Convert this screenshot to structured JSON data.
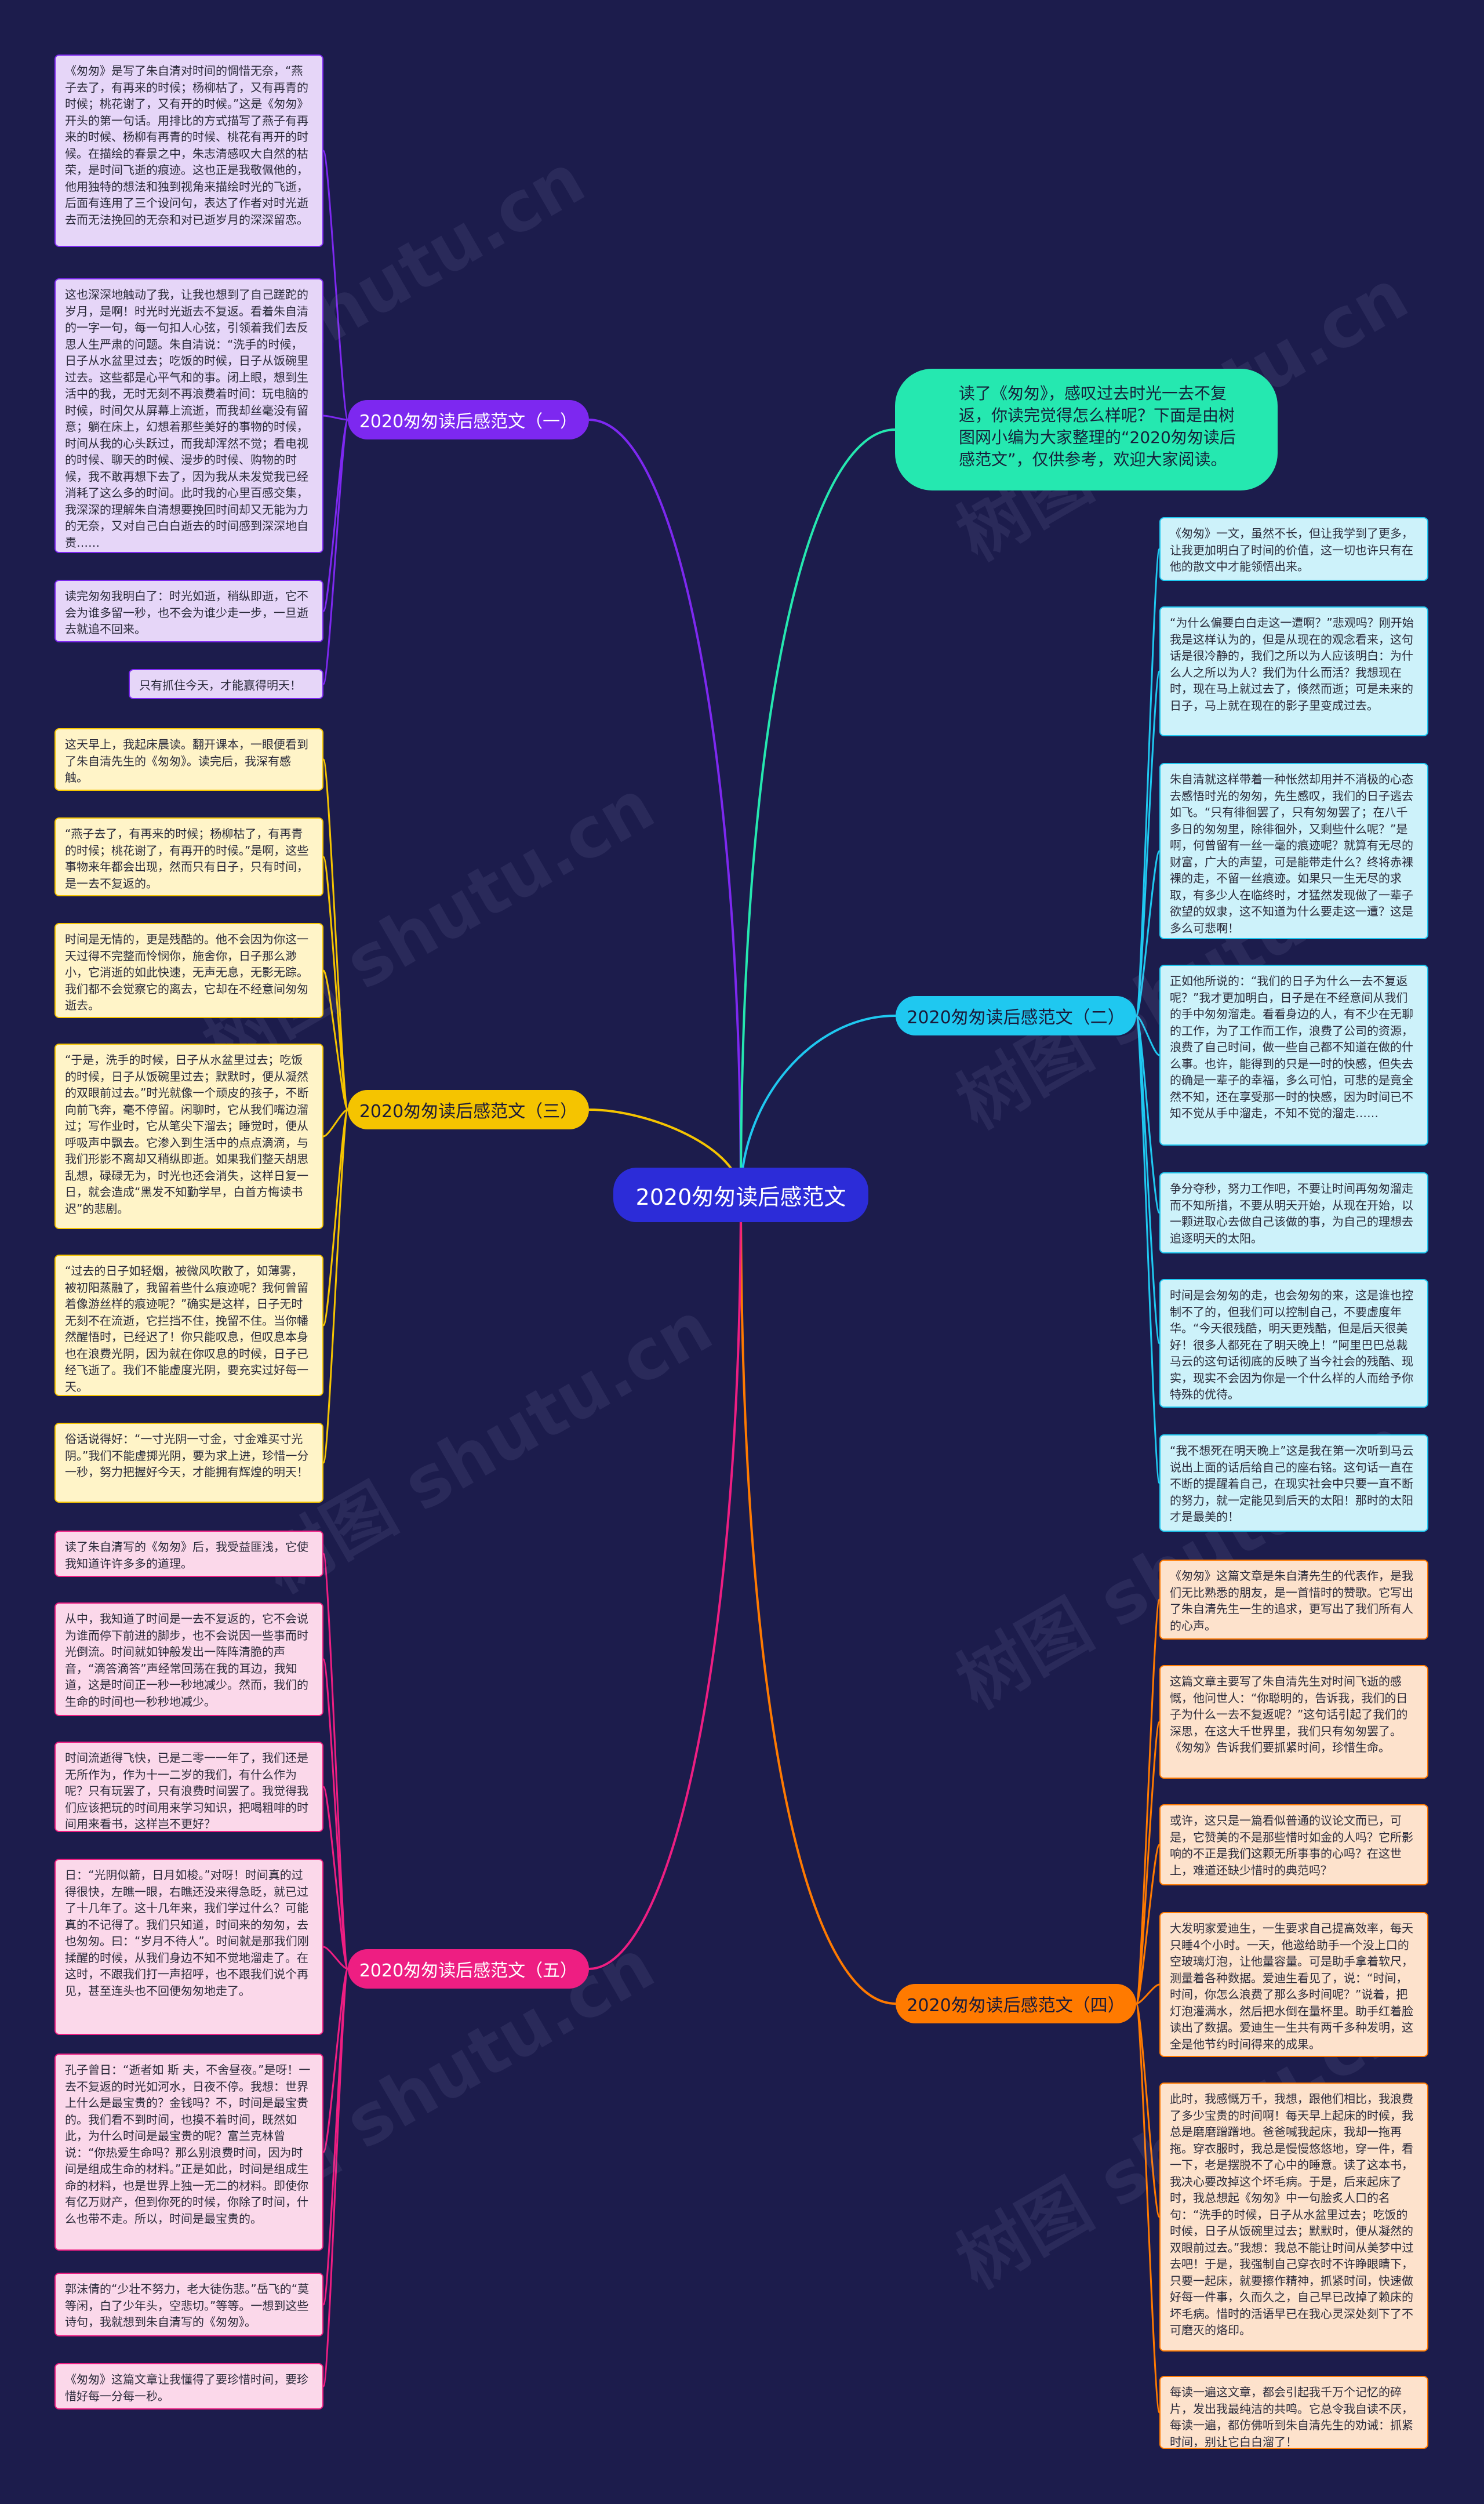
{
  "center": "2020匆匆读后感范文",
  "intro": "读了《匆匆》，感叹过去时光一去不复返，你读完觉得怎么样呢？下面是由树图网小编为大家整理的“2020匆匆读后感范文”，仅供参考，欢迎大家阅读。",
  "watermark": "树图 shutu.cn",
  "colors": {
    "background": "#1c1c4c",
    "center": "#2c2cd8",
    "intro": "#25e8b0",
    "branch1": "#7d28f0",
    "branch2": "#1fc8f0",
    "branch3": "#f5c400",
    "branch4": "#ff7a00",
    "branch5": "#ee1e82"
  },
  "branches": [
    {
      "label": "2020匆匆读后感范文（一）",
      "items": [
        "《匆匆》是写了朱自清对时间的惆惜无奈，“燕子去了，有再来的时候；杨柳枯了，又有再青的时候；桃花谢了，又有开的时候。”这是《匆匆》开头的第一句话。用排比的方式描写了燕子有再来的时候、杨柳有再青的时候、桃花有再开的时候。在描绘的春景之中，朱志清感叹大自然的枯荣，是时间飞逝的痕迹。这也正是我敬佩他的，他用独特的想法和独到视角来描绘时光的飞逝，后面有连用了三个设问句，表达了作者对时光逝去而无法挽回的无奈和对已逝岁月的深深留恋。",
        "这也深深地触动了我，让我也想到了自己蹉跎的岁月，是啊！时光时光逝去不复返。看着朱自清的一字一句，每一句扣人心弦，引领着我们去反思人生严肃的问题。朱自清说：“洗手的时候，日子从水盆里过去；吃饭的时候，日子从饭碗里过去。这些都是心平气和的事。闭上眼，想到生活中的我，无时无刻不再浪费着时间：玩电脑的时候，时间欠从屏幕上流逝，而我却丝毫没有留意；躺在床上，幻想着那些美好的事物的时候，时间从我的心头跃过，而我却浑然不觉；看电视的时候、聊天的时候、漫步的时候、购物的时候，我不敢再想下去了，因为我从未发觉我已经消耗了这么多的时间。此时我的心里百感交集，我深深的理解朱自清想要挽回时间却又无能为力的无奈，又对自己白白逝去的时间感到深深地自责……",
        "读完匆匆我明白了：时光如逝，稍纵即逝，它不会为谁多留一秒，也不会为谁少走一步，一旦逝去就追不回来。",
        "只有抓住今天，才能赢得明天！"
      ]
    },
    {
      "label": "2020匆匆读后感范文（二）",
      "items": [
        "《匆匆》一文，虽然不长，但让我学到了更多，让我更加明白了时间的价值，这一切也许只有在他的散文中才能领悟出来。",
        "“为什么偏要白白走这一遭啊？”悲观吗？刚开始我是这样认为的，但是从现在的观念看来，这句话是很冷静的，我们之所以为人应该明白：为什么人之所以为人？我们为什么而活？我想现在时，现在马上就过去了，倏然而逝；可是未来的日子，马上就在现在的影子里变成过去。",
        "朱自清就这样带着一种怅然却用并不消极的心态去感悟时光的匆匆，先生感叹，我们的日子逃去如飞。“只有徘徊罢了，只有匆匆罢了；在八千多日的匆匆里，除徘徊外，又剩些什么呢？”是啊，何曾留有一丝一毫的痕迹呢？就算有无尽的财富，广大的声望，可是能带走什么？终将赤裸裸的走，不留一丝痕迹。如果只一生无尽的求取，有多少人在临终时，才猛然发现做了一辈子欲望的奴隶，这不知道为什么要走这一遭？这是多么可悲啊！",
        "正如他所说的：“我们的日子为什么一去不复返呢？”我才更加明白，日子是在不经意间从我们的手中匆匆溜走。看看身边的人，有不少在无聊的工作，为了工作而工作，浪费了公司的资源，浪费了自己时间，做一些自己都不知道在做的什么事。也许，能得到的只是一时的快感，但失去的确是一辈子的幸福，多么可怕，可悲的是竟全然不知，还在享受那一时的快感，因为时间已不知不觉从手中溜走，不知不觉的溜走……",
        "争分夺秒，努力工作吧，不要让时间再匆匆溜走而不知所措，不要从明天开始，从现在开始，以一颗进取心去做自己该做的事，为自己的理想去追逐明天的太阳。",
        "时间是会匆匆的走，也会匆匆的来，这是谁也控制不了的，但我们可以控制自己，不要虚度年华。“今天很残酷，明天更残酷，但是后天很美好！很多人都死在了明天晚上！”阿里巴巴总裁马云的这句话彻底的反映了当今社会的残酷、现实，现实不会因为你是一个什么样的人而给予你特殊的优待。",
        "“我不想死在明天晚上”这是我在第一次听到马云说出上面的话后给自己的座右铭。这句话一直在不断的提醒着自己，在现实社会中只要一直不断的努力，就一定能见到后天的太阳！那时的太阳才是最美的！"
      ]
    },
    {
      "label": "2020匆匆读后感范文（三）",
      "items": [
        "这天早上，我起床晨读。翻开课本，一眼便看到了朱自清先生的《匆匆》。读完后，我深有感触。",
        "“燕子去了，有再来的时候；杨柳枯了，有再青的时候；桃花谢了，有再开的时候。”是啊，这些事物来年都会出现，然而只有日子，只有时间，是一去不复返的。",
        "时间是无情的，更是残酷的。他不会因为你这一天过得不完整而怜悯你，施舍你，日子那么渺小，它消逝的如此快速，无声无息，无影无踪。我们都不会觉察它的离去，它却在不经意间匆匆逝去。",
        "“于是，洗手的时候，日子从水盆里过去；吃饭的时候，日子从饭碗里过去；默默时，便从凝然的双眼前过去。”时光就像一个顽皮的孩子，不断向前飞奔，毫不停留。闲聊时，它从我们嘴边溜过；写作业时，它从笔尖下溜去；睡觉时，便从呼吸声中飘去。它渗入到生活中的点点滴滴，与我们形影不离却又稍纵即逝。如果我们整天胡思乱想，碌碌无为，时光也还会消失，这样日复一日，就会造成“黑发不知勤学早，白首方悔读书迟”的悲剧。",
        "“过去的日子如轻烟，被微风吹散了，如薄雾，被初阳蒸融了，我留着些什么痕迹呢？我何曾留着像游丝样的痕迹呢？”确实是这样，日子无时无刻不在流逝，它拦挡不住，挽留不住。当你幡然醒悟时，已经迟了！你只能叹息，但叹息本身也在浪费光阴，因为就在你叹息的时候，日子已经飞逝了。我们不能虚度光阴，要充实过好每一天。",
        "俗话说得好：“一寸光阴一寸金，寸金难买寸光阴。”我们不能虚掷光阴，要为求上进，珍惜一分一秒，努力把握好今天，才能拥有辉煌的明天！"
      ]
    },
    {
      "label": "2020匆匆读后感范文（四）",
      "items": [
        "《匆匆》这篇文章是朱自清先生的代表作，是我们无比熟悉的朋友，是一首惜时的赞歌。它写出了朱自清先生一生的追求，更写出了我们所有人的心声。",
        "这篇文章主要写了朱自清先生对时间飞逝的感慨，他问世人：“你聪明的，告诉我，我们的日子为什么一去不复返呢？”这句话引起了我们的深思，在这大千世界里，我们只有匆匆罢了。《匆匆》告诉我们要抓紧时间，珍惜生命。",
        "或许，这只是一篇看似普通的议论文而已，可是，它赞美的不是那些惜时如金的人吗？它所影响的不正是我们这颗无所事事的心吗？在这世上，难道还缺少惜时的典范吗？",
        "大发明家爱迪生，一生要求自己提高效率，每天只睡4个小时。一天，他邀给助手一个没上口的空玻璃灯泡，让他量容量。可是助手拿着软尺，测量着各种数据。爱迪生看见了，说：“时间，时间，你怎么浪费了那么多时间呢？”说着，把灯泡灌满水，然后把水倒在量杯里。助手红着脸读出了数据。爱迪生一生共有两千多种发明，这全是他节约时间得来的成果。",
        "此时，我感慨万千，我想，跟他们相比，我浪费了多少宝贵的时间啊！每天早上起床的时候，我总是磨磨蹭蹭地。爸爸喊我起床，我却一拖再拖。穿衣服时，我总是慢慢悠悠地，穿一件，看一下，老是摆脱不了心中的睡意。读了这本书，我决心要改掉这个坏毛病。于是，后来起床了时，我总想起《匆匆》中一句脍炙人口的名句：“洗手的时候，日子从水盆里过去；吃饭的时候，日子从饭碗里过去；默默时，便从凝然的双眼前过去。”我想：我总不能让时间从美梦中过去吧！于是，我强制自己穿衣时不许睁眼睛下，只要一起床，就要擦作精神，抓紧时间，快速做好每一件事，久而久之，自己早已改掉了赖床的坏毛病。惜时的活语早已在我心灵深处刻下了不可磨灭的烙印。",
        "每读一遍这文章，都会引起我千万个记忆的碎片，发出我最纯洁的共鸣。它总令我自读不厌，每读一遍，都仿佛听到朱自清先生的劝诫：抓紧时间，别让它白白溜了！"
      ]
    },
    {
      "label": "2020匆匆读后感范文（五）",
      "items": [
        "读了朱自清写的《匆匆》后，我受益匪浅，它使我知道许许多多的道理。",
        "从中，我知道了时间是一去不复返的，它不会说为谁而停下前进的脚步，也不会说因一些事而时光倒流。时间就如钟般发出一阵阵清脆的声音，“滴答滴答”声经常回荡在我的耳边，我知道，这是时间正一秒一秒地减少。然而，我们的生命的时间也一秒秒地减少。",
        "时间流逝得飞快，已是二零一一年了，我们还是无所作为，作为十一二岁的我们，有什么作为呢？只有玩罢了，只有浪费时间罢了。我觉得我们应该把玩的时间用来学习知识，把喝粗啡的时间用来看书，这样岂不更好？",
        "日：“光阴似箭，日月如梭。”对呀！时间真的过得很快，左瞧一眼，右瞧还没来得急眨，就已过了十几年了。这十几年来，我们学过什么？可能真的不记得了。我们只知道，时间来的匆匆，去也匆匆。曰：“岁月不待人”。时间就是那我们刚揉醒的时候，从我们身边不知不觉地溜走了。在这时，不跟我们打一声招呼，也不跟我们说个再见，甚至连头也不回便匆匆地走了。",
        "孔子曾日：“逝者如 斯 夫，不舍昼夜。”是呀！一去不复返的时光如河水，日夜不停。我想：世界上什么是最宝贵的？金钱吗？不，时间是最宝贵的。我们看不到时间，也摸不着时间，既然如此，为什么时间是最宝贵的呢？富兰克林曾说：“你热爱生命吗？那么别浪费时间，因为时间是组成生命的材料。”正是如此，时间是组成生命的材料，也是世界上独一无二的材料。即使你有亿万财产，但到你死的时候，你除了时间，什么也带不走。所以，时间是最宝贵的。",
        "郭沫倩的“少壮不努力，老大徒伤悲。”岳飞的“莫等闲，白了少年头，空悲切。”等等。一想到这些诗句，我就想到朱自清写的《匆匆》。",
        "《匆匆》这篇文章让我懂得了要珍惜时间，要珍惜好每一分每一秒。"
      ]
    }
  ]
}
